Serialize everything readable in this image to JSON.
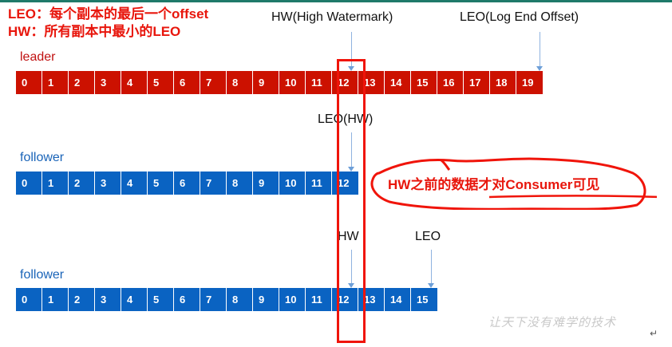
{
  "notes": {
    "leo_definition": "LEO：每个副本的最后一个offset",
    "hw_definition": "HW：所有副本中最小的LEO"
  },
  "rows": [
    {
      "label": "leader",
      "color": "#cc1100",
      "cells": [
        "0",
        "1",
        "2",
        "3",
        "4",
        "5",
        "6",
        "7",
        "8",
        "9",
        "10",
        "11",
        "12",
        "13",
        "14",
        "15",
        "16",
        "17",
        "18",
        "19"
      ]
    },
    {
      "label": "follower",
      "color": "#0a63c2",
      "cells": [
        "0",
        "1",
        "2",
        "3",
        "4",
        "5",
        "6",
        "7",
        "8",
        "9",
        "10",
        "11",
        "12"
      ]
    },
    {
      "label": "follower",
      "color": "#0a63c2",
      "cells": [
        "0",
        "1",
        "2",
        "3",
        "4",
        "5",
        "6",
        "7",
        "8",
        "9",
        "10",
        "11",
        "12",
        "13",
        "14",
        "15"
      ]
    }
  ],
  "markers": {
    "leader_hw": "HW(High Watermark)",
    "leader_leo": "LEO(Log End Offset)",
    "follower1_leo_hw": "LEO(HW)",
    "follower2_hw": "HW",
    "follower2_leo": "LEO"
  },
  "annotation": {
    "callout": "HW之前的数据才对Consumer可见",
    "highlight_color": "#f0140a"
  },
  "watermark": "让天下没有难学的技术",
  "return_mark": "↵"
}
